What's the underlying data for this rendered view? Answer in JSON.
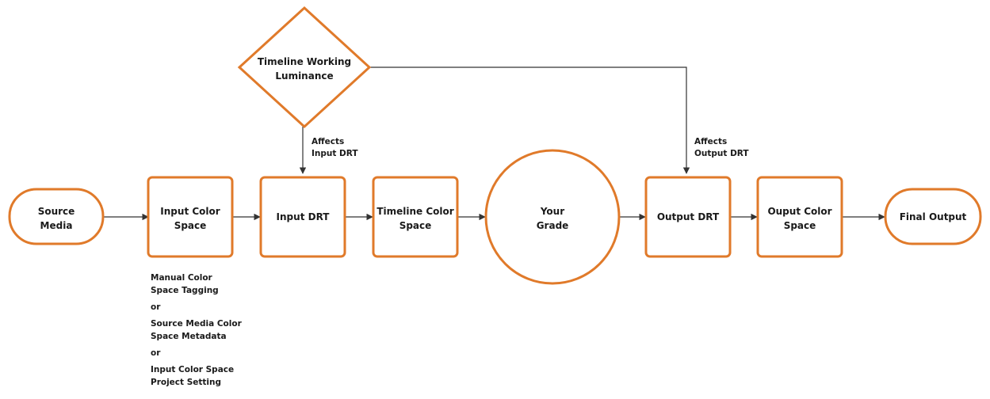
{
  "diagram": {
    "nodes": {
      "source_media": {
        "lines": [
          "Source",
          "Media"
        ]
      },
      "input_color_space": {
        "lines": [
          "Input Color",
          "Space"
        ]
      },
      "input_drt": {
        "lines": [
          "Input DRT"
        ]
      },
      "timeline_color_space": {
        "lines": [
          "Timeline Color",
          "Space"
        ]
      },
      "your_grade": {
        "lines": [
          "Your",
          "Grade"
        ]
      },
      "output_drt": {
        "lines": [
          "Output DRT"
        ]
      },
      "output_color_space": {
        "lines": [
          "Ouput Color",
          "Space"
        ]
      },
      "final_output": {
        "lines": [
          "Final Output"
        ]
      },
      "timeline_working_luminance": {
        "lines": [
          "Timeline Working",
          "Luminance"
        ]
      }
    },
    "annotations": {
      "affects_input_drt": [
        "Affects",
        "Input DRT"
      ],
      "affects_output_drt": [
        "Affects",
        "Output DRT"
      ],
      "input_color_space_sources": [
        "Manual Color",
        "Space Tagging",
        "or",
        "Source Media Color",
        "Space Metadata",
        "or",
        "Input Color Space",
        "Project Setting"
      ]
    },
    "colors": {
      "node_border": "#e07a2a",
      "connector": "#333333",
      "text": "#1a1a1a"
    }
  }
}
